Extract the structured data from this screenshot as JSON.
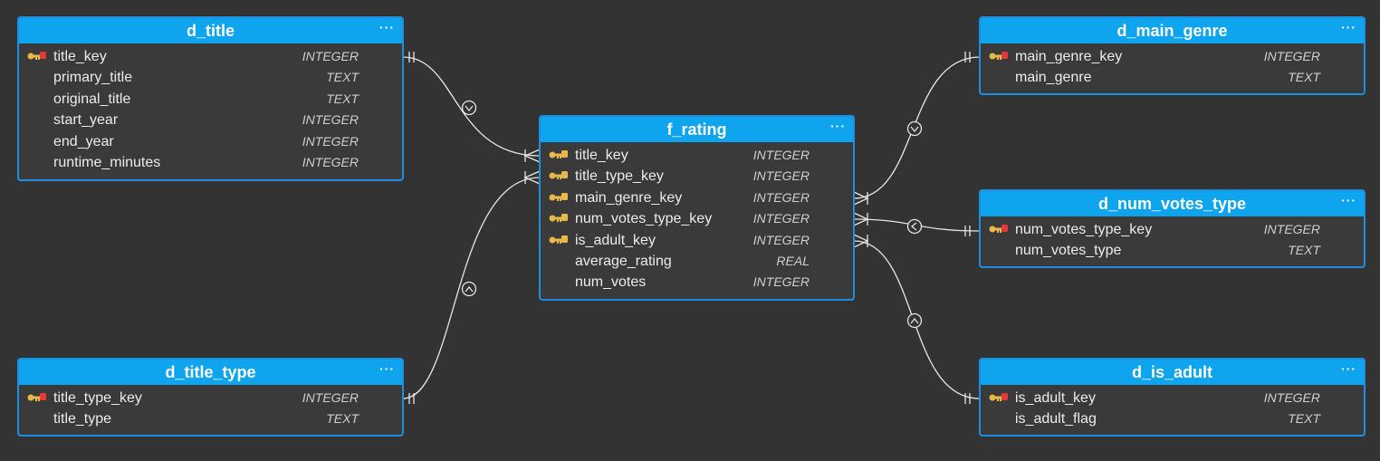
{
  "colors": {
    "background": "#333333",
    "header": "#0ea5ee",
    "border": "#1e8fe0",
    "line": "#e6e6e6",
    "primary_key": "#e63838",
    "foreign_key": "#e8b84a"
  },
  "menu_glyph": "···",
  "tables": {
    "d_title": {
      "name": "d_title",
      "columns": [
        {
          "name": "title_key",
          "type": "INTEGER",
          "key": "primary-key-icon"
        },
        {
          "name": "primary_title",
          "type": "TEXT"
        },
        {
          "name": "original_title",
          "type": "TEXT"
        },
        {
          "name": "start_year",
          "type": "INTEGER"
        },
        {
          "name": "end_year",
          "type": "INTEGER"
        },
        {
          "name": "runtime_minutes",
          "type": "INTEGER"
        }
      ]
    },
    "d_title_type": {
      "name": "d_title_type",
      "columns": [
        {
          "name": "title_type_key",
          "type": "INTEGER",
          "key": "primary-key-icon"
        },
        {
          "name": "title_type",
          "type": "TEXT"
        }
      ]
    },
    "f_rating": {
      "name": "f_rating",
      "columns": [
        {
          "name": "title_key",
          "type": "INTEGER",
          "key": "foreign-key-icon"
        },
        {
          "name": "title_type_key",
          "type": "INTEGER",
          "key": "foreign-key-icon"
        },
        {
          "name": "main_genre_key",
          "type": "INTEGER",
          "key": "foreign-key-icon"
        },
        {
          "name": "num_votes_type_key",
          "type": "INTEGER",
          "key": "foreign-key-icon"
        },
        {
          "name": "is_adult_key",
          "type": "INTEGER",
          "key": "foreign-key-icon"
        },
        {
          "name": "average_rating",
          "type": "REAL"
        },
        {
          "name": "num_votes",
          "type": "INTEGER"
        }
      ]
    },
    "d_main_genre": {
      "name": "d_main_genre",
      "columns": [
        {
          "name": "main_genre_key",
          "type": "INTEGER",
          "key": "primary-key-icon"
        },
        {
          "name": "main_genre",
          "type": "TEXT"
        }
      ]
    },
    "d_num_votes_type": {
      "name": "d_num_votes_type",
      "columns": [
        {
          "name": "num_votes_type_key",
          "type": "INTEGER",
          "key": "primary-key-icon"
        },
        {
          "name": "num_votes_type",
          "type": "TEXT"
        }
      ]
    },
    "d_is_adult": {
      "name": "d_is_adult",
      "columns": [
        {
          "name": "is_adult_key",
          "type": "INTEGER",
          "key": "primary-key-icon"
        },
        {
          "name": "is_adult_flag",
          "type": "TEXT"
        }
      ]
    }
  },
  "relationships": [
    {
      "from": "d_title.title_key",
      "to": "f_rating.title_key",
      "cardinality": "one-to-many"
    },
    {
      "from": "d_title_type.title_type_key",
      "to": "f_rating.title_type_key",
      "cardinality": "one-to-many"
    },
    {
      "from": "d_main_genre.main_genre_key",
      "to": "f_rating.main_genre_key",
      "cardinality": "one-to-many"
    },
    {
      "from": "d_num_votes_type.num_votes_type_key",
      "to": "f_rating.num_votes_type_key",
      "cardinality": "one-to-many"
    },
    {
      "from": "d_is_adult.is_adult_key",
      "to": "f_rating.is_adult_key",
      "cardinality": "one-to-many"
    }
  ]
}
